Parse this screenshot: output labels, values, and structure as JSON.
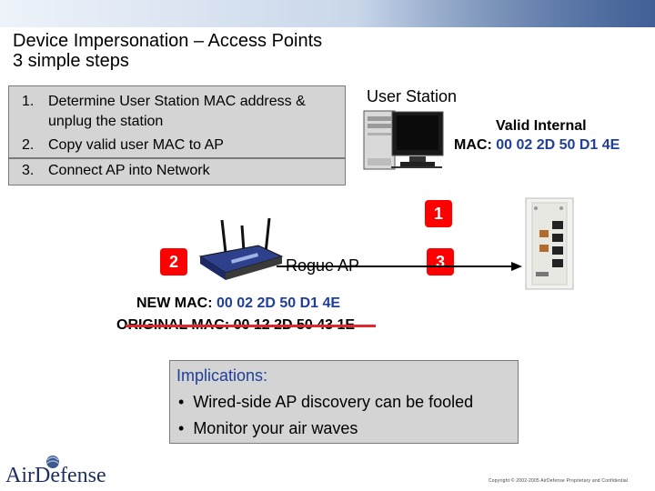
{
  "title": {
    "line1": "Device Impersonation – Access Points",
    "line2": "3 simple steps"
  },
  "steps": [
    {
      "num": "1.",
      "text_line1": "Determine User Station MAC address &",
      "text_line2": "unplug the station"
    },
    {
      "num": "2.",
      "text": "Copy valid user MAC to AP"
    },
    {
      "num": "3.",
      "text": "Connect AP into Network"
    }
  ],
  "user_station": {
    "label": "User Station",
    "valid_label": "Valid Internal",
    "mac_prefix": "MAC:",
    "mac": "00 02 2D 50 D1 4E"
  },
  "badges": {
    "one": "1",
    "two": "2",
    "three": "3"
  },
  "rogue_ap_label": "Rogue AP",
  "new_mac": {
    "prefix": "NEW MAC:",
    "value": "00 02 2D 50 D1 4E"
  },
  "original_mac": {
    "text": "ORIGINAL MAC: 00 12 2D 50 43 1E"
  },
  "implications": {
    "heading": "Implications:",
    "bullets": [
      "Wired-side AP discovery can be fooled",
      "Monitor your air waves"
    ]
  },
  "logo_text": "AirDefense",
  "copyright": "Copyright © 2002-2005 AirDefense Proprietary and Confidential",
  "colors": {
    "accent_red": "#ff0000",
    "mac_blue": "#1f3f9a",
    "box_gray": "#d4d4d4"
  },
  "icons": [
    "computer-tower-icon",
    "monitor-icon",
    "wireless-router-icon",
    "network-wall-jack-icon",
    "airdefense-logo-icon"
  ]
}
